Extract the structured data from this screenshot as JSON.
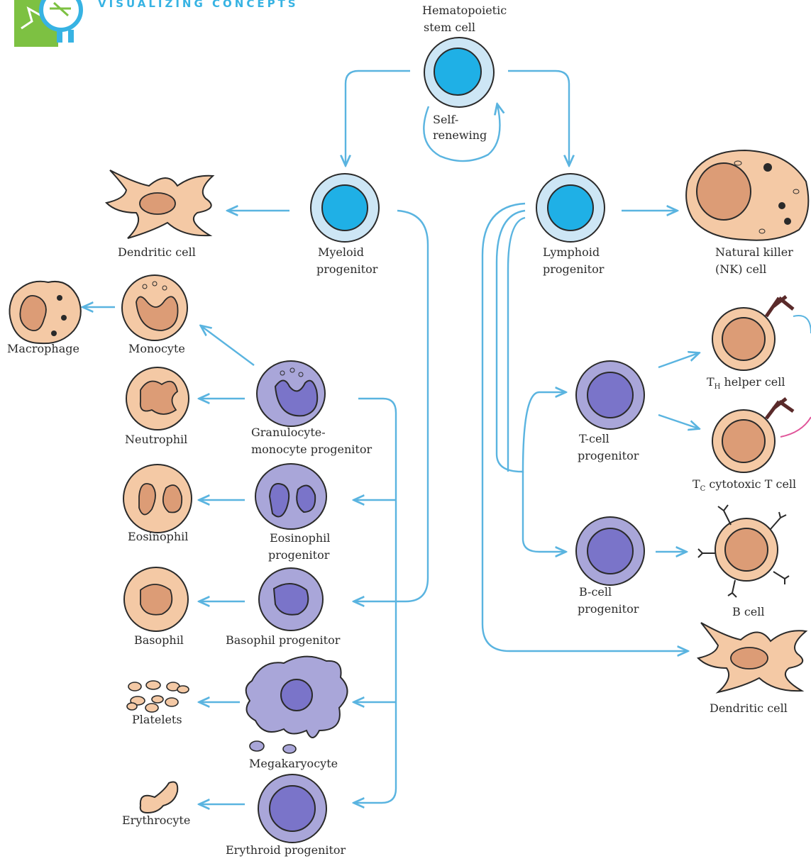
{
  "header": {
    "title": "VISUALIZING CONCEPTS"
  },
  "colors": {
    "arrow": "#5ab4e0",
    "stem_outer": "#cde6f5",
    "stem_inner": "#1fb0e6",
    "progenitor_outer": "#a9a6d9",
    "progenitor_inner": "#7a74c9",
    "mature_cell": "#f4c9a5",
    "mature_nucleus": "#dc9c76",
    "outline": "#2a2a2a",
    "header_text": "#37b3e3",
    "icon_green": "#7dc142"
  },
  "labels": {
    "hsc_line1": "Hematopoietic",
    "hsc_line2": "stem cell",
    "self_line1": "Self-",
    "self_line2": "renewing",
    "myeloid_line1": "Myeloid",
    "myeloid_line2": "progenitor",
    "lymphoid_line1": "Lymphoid",
    "lymphoid_line2": "progenitor",
    "dendritic_left": "Dendritic cell",
    "nk_line1": "Natural killer",
    "nk_line2": "(NK) cell",
    "macrophage": "Macrophage",
    "monocyte": "Monocyte",
    "granulocyte_line1": "Granulocyte-",
    "granulocyte_line2": "monocyte progenitor",
    "neutrophil": "Neutrophil",
    "eosinophil": "Eosinophil",
    "eos_prog_line1": "Eosinophil",
    "eos_prog_line2": "progenitor",
    "basophil": "Basophil",
    "basophil_prog": "Basophil progenitor",
    "platelets": "Platelets",
    "megakaryocyte": "Megakaryocyte",
    "erythrocyte": "Erythrocyte",
    "erythroid_prog": "Erythroid progenitor",
    "tcell_line1": "T-cell",
    "tcell_line2": "progenitor",
    "bcell_line1": "B-cell",
    "bcell_line2": "progenitor",
    "th_prefix": "T",
    "th_sub": "H",
    "th_suffix": " helper cell",
    "tc_prefix": "T",
    "tc_sub": "C",
    "tc_suffix": " cytotoxic T cell",
    "bcell": "B cell",
    "dendritic_right": "Dendritic cell"
  }
}
